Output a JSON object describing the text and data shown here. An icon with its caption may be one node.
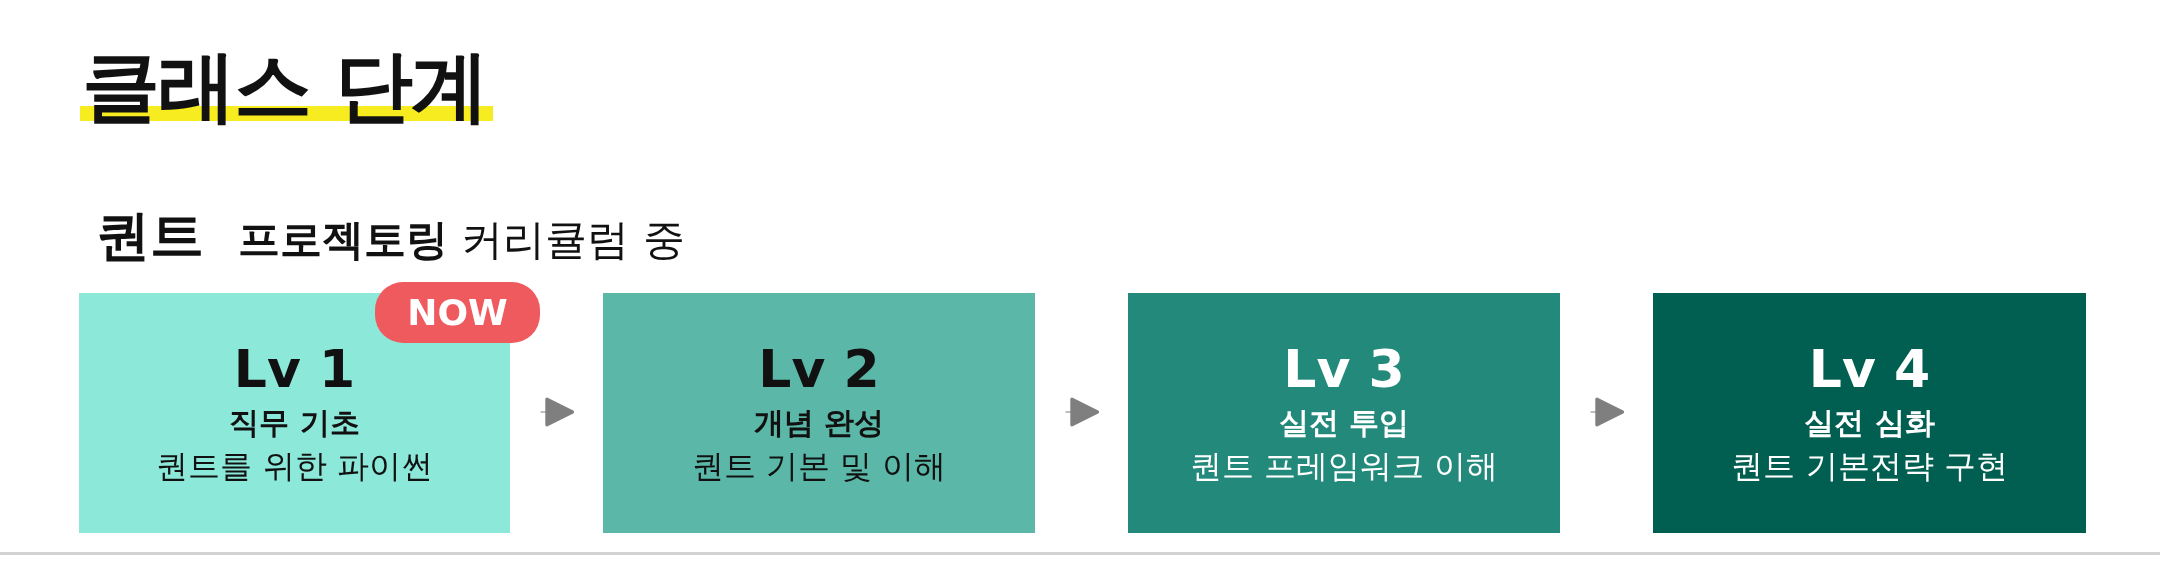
{
  "diagram": {
    "title": "클래스 단계",
    "nodes": [
      {
        "text": [
          "Lv 1",
          "직무 기초",
          "퀀트를 위한 파이썬"
        ]
      },
      {
        "text": [
          "Lv 2",
          "개념 완성",
          "퀀트 기본 및 이해"
        ]
      },
      {
        "text": [
          "Lv 3",
          "실전 투입",
          "퀀트 프레임워크 이해"
        ]
      },
      {
        "text": [
          "Lv 4",
          "실전 심화",
          "퀀트 기본전략 구현"
        ]
      },
      {
        "text": [
          "NOW"
        ]
      }
    ],
    "edges": [
      {
        "from": 0,
        "to": 1,
        "arrow": "to"
      },
      {
        "from": 1,
        "to": 2,
        "arrow": "to"
      },
      {
        "from": 2,
        "to": 3,
        "arrow": "to"
      }
    ],
    "labels": [
      "퀀트",
      "**프로젝토링** 커리큘럼 중"
    ]
  }
}
